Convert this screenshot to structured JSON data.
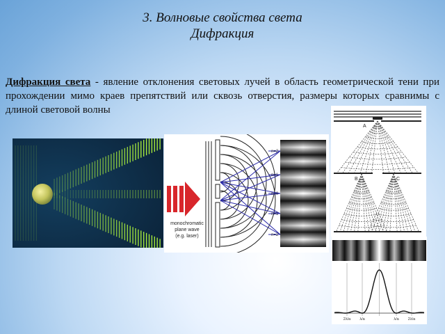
{
  "slide": {
    "title_line1": "3. Волновые свойства света",
    "title_line2": "Дифракция",
    "definition_term": "Дифракция света",
    "definition_text": " - явление отклонения световых лучей в область геометрической тени при прохождении мимо краев препятствий или сквозь отверстия, размеры которых сравнимы с длиной световой волны"
  },
  "double_slit": {
    "order_labels": [
      "n=2",
      "n=1",
      "n=0",
      "n=1",
      "n=2"
    ],
    "plane_wave_label": [
      "monochromatic",
      "plane wave",
      "(e.g. laser)"
    ]
  },
  "cone_diagram": {
    "label_a": "A",
    "label_b": "B",
    "label_c": "C"
  },
  "intensity_plot": {
    "tick_labels": [
      "2λ/a",
      "λ/a",
      "λ/a",
      "2λ/a"
    ]
  },
  "colors": {
    "arrow_red": "#d8262b",
    "ray_blue": "#2a2aa8",
    "fringe_green": "#b8ff3c"
  }
}
